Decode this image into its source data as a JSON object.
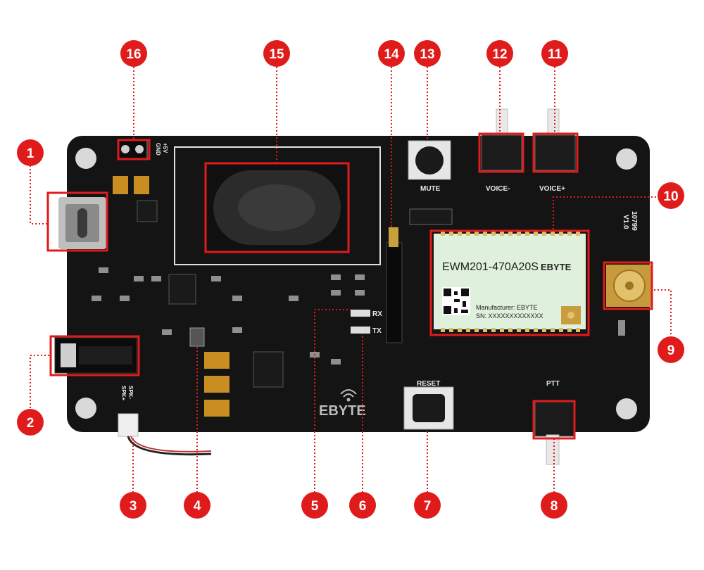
{
  "board": {
    "silkscreen": {
      "mute": "MUTE",
      "voice_minus": "VOICE-",
      "voice_plus": "VOICE+",
      "reset": "RESET",
      "ptt": "PTT",
      "rx": "RX",
      "tx": "TX",
      "gnd": "GND",
      "plus5v": "+5V",
      "spk_plus": "SPK+",
      "spk_minus": "SPK-",
      "board_id": "10799",
      "version": "V1.0",
      "brand": "EBYTE"
    },
    "module": {
      "model": "EWM201-470A20S",
      "brand": "EBYTE",
      "manufacturer": "Manufacturer: EBYTE",
      "serial": "SN: XXXXXXXXXXXXX"
    }
  },
  "callouts": [
    "1",
    "2",
    "3",
    "4",
    "5",
    "6",
    "7",
    "8",
    "9",
    "10",
    "11",
    "12",
    "13",
    "14",
    "15",
    "16"
  ],
  "colors": {
    "accent": "#e01b1b",
    "pcb": "#141414"
  }
}
